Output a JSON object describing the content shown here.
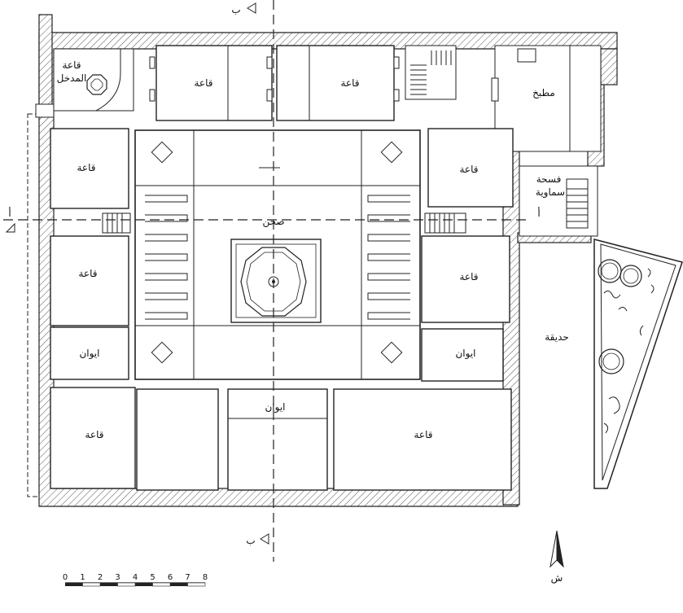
{
  "rooms": {
    "entrance_hall": [
      "قاعة",
      "المدخل"
    ],
    "top_hall_1": "قاعة",
    "top_hall_2": "قاعة",
    "kitchen": "مطبخ",
    "left_hall_upper": "قاعة",
    "right_hall_upper": "قاعة",
    "skylight": [
      "فسحة",
      "سماوية"
    ],
    "courtyard": "صحن",
    "left_hall_middle": "قاعة",
    "right_hall_middle": "قاعة",
    "left_iwan": "ايوان",
    "right_iwan": "ايوان",
    "garden": "حديقة",
    "center_iwan": "ايوان",
    "bottom_left_hall": "قاعة",
    "bottom_right_hall": "قاعة"
  },
  "section_marks": {
    "a_left": "أ",
    "a_right": "أ",
    "b_top": "ب",
    "b_bottom": "ب"
  },
  "north_label": "ش",
  "scale": {
    "ticks": [
      "0",
      "1",
      "2",
      "3",
      "4",
      "5",
      "6",
      "7",
      "8"
    ]
  }
}
